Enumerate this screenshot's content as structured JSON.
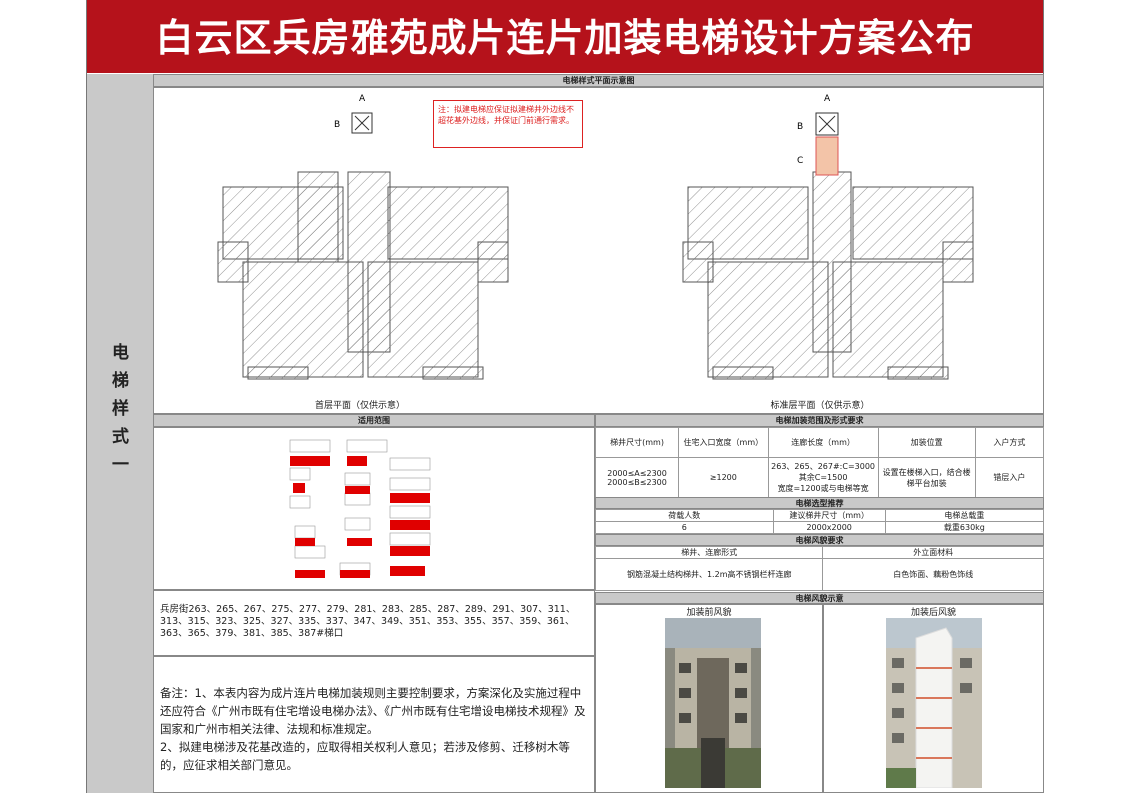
{
  "title": "白云区兵房雅苑成片连片加装电梯设计方案公布",
  "sidebar_label": [
    "电",
    "梯",
    "样",
    "式",
    "一"
  ],
  "plan": {
    "header": "电梯样式平面示意图",
    "note": "注：拟建电梯应保证拟建梯井外边线不超花基外边线，并保证门前通行需求。",
    "dim_a": "A",
    "dim_b": "B",
    "dim_c": "C",
    "left_caption": "首层平面（仅供示意）",
    "right_caption": "标准层平面（仅供示意）"
  },
  "scope": {
    "header": "适用范围"
  },
  "requirements": {
    "header": "电梯加装范围及形式要求",
    "columns": [
      "梯井尺寸(mm)",
      "住宅入口宽度（mm）",
      "连廊长度（mm）",
      "加装位置",
      "入户方式"
    ],
    "row": {
      "shaft": "2000≤A≤2300\n2000≤B≤2300",
      "entrance": "≥1200",
      "corridor": "263、265、267#:C=3000\n其余C=1500\n宽度=1200或与电梯等宽",
      "position": "设置在楼梯入口，结合楼梯平台加装",
      "entry": "错层入户"
    }
  },
  "selection": {
    "header": "电梯选型推荐",
    "columns": [
      "荷载人数",
      "建议梯井尺寸（mm）",
      "电梯总载重"
    ],
    "values": [
      "6",
      "2000x2000",
      "载重630kg"
    ]
  },
  "style_req": {
    "header": "电梯风貌要求",
    "columns": [
      "梯井、连廊形式",
      "外立面材料"
    ],
    "values": [
      "钢筋混凝土结构梯井、1.2m高不锈钢栏杆连廊",
      "白色饰面、藕粉色饰线"
    ]
  },
  "style_demo": {
    "header": "电梯风貌示意",
    "before": "加装前风貌",
    "after": "加装后风貌"
  },
  "address": "兵房街263、265、267、275、277、279、281、283、285、287、289、291、307、311、313、315、323、325、327、335、337、347、349、351、353、355、357、359、361、363、365、379、381、385、387#梯口",
  "remark": {
    "line1": "备注：1、本表内容为成片连片电梯加装规则主要控制要求，方案深化及实施过程中还应符合《广州市既有住宅增设电梯办法》、《广州市既有住宅增设电梯技术规程》及国家和广州市相关法律、法规和标准规定。",
    "line2": "2、拟建电梯涉及花基改造的，应取得相关权利人意见；若涉及修剪、迁移树木等的，应征求相关部门意见。"
  },
  "colors": {
    "banner": "#b5121b",
    "header_bg": "#c9c9c9",
    "elevator": "#f3c4a8",
    "highlight": "#e00000"
  }
}
